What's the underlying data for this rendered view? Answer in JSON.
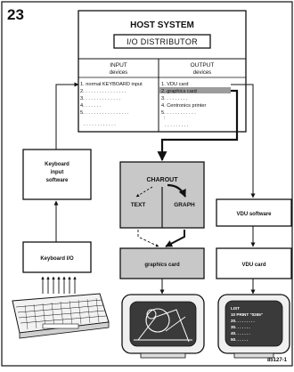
{
  "figure_number": "23",
  "host": {
    "title": "HOST SYSTEM",
    "subtitle": "I/O DISTRIBUTOR",
    "input": {
      "header": [
        "INPUT",
        "devices"
      ],
      "items": [
        "1. normal KEYBOARD input",
        "2. . . . . . . . . . . . . . . .",
        "3. . . . . . . . . . . . . .",
        "4. . . . . . .",
        "5. . . . . . . . . . . . . . . . .",
        ". . . . . . . . . . . ."
      ]
    },
    "output": {
      "header": [
        "OUTPUT",
        "devices"
      ],
      "items": [
        "1. VDU card",
        "2. graphics card",
        "3. . . . . . . . .",
        "4. Centronics printer",
        "5. . . . . . . . . . . .",
        ":",
        ". . . . . . . . ."
      ]
    }
  },
  "left_column": {
    "software_box": [
      "Keyboard",
      "input",
      "software"
    ],
    "io_box": "Keyboard I/O"
  },
  "center_column": {
    "charout_label": "CHAROUT",
    "text_label": "TEXT",
    "graph_label": "GRAPH",
    "graphics_card": "graphics card"
  },
  "right_column": {
    "software_box": "VDU software",
    "card_box": "VDU card",
    "screen_lines": [
      "LIST",
      "10 PRINT \"0265\"",
      "20. . . . . . . . .",
      "30. . . . . . .",
      "40. . . . . . .",
      "50. . . . . ."
    ]
  },
  "figure_code": "85127-1",
  "colors": {
    "black": "#111111",
    "grey_fill": "#c8c8c8",
    "highlight": "#9c9c9c",
    "screen": "#3a3a3a"
  }
}
